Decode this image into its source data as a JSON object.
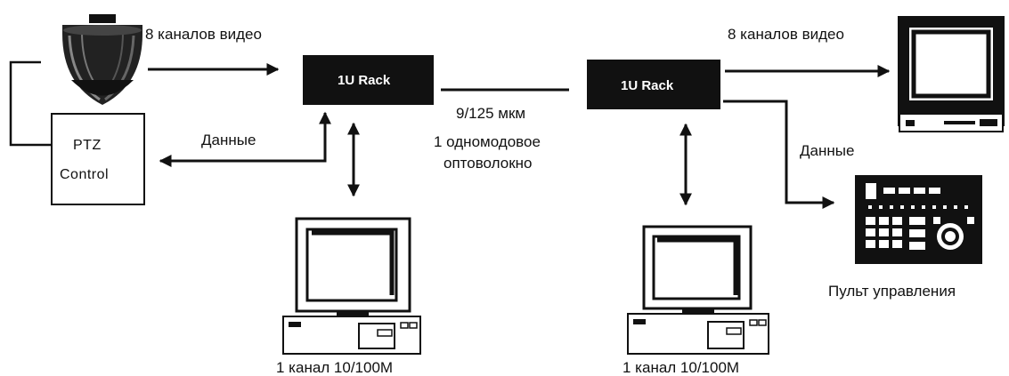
{
  "left": {
    "video_label": "8 каналов видео",
    "rack_label": "1U Rack",
    "data_label": "Данные",
    "ptz_line1": "PTZ",
    "ptz_line2": "Control",
    "pc_label": "1 канал 10/100M"
  },
  "link": {
    "fiber_spec": "9/125 мкм",
    "fiber_line1": "1 одномодовое",
    "fiber_line2": "оптоволокно"
  },
  "right": {
    "rack_label": "1U Rack",
    "video_label": "8 каналов видео",
    "data_label": "Данные",
    "controller_label": "Пульт управления",
    "pc_label": "1 канал 10/100M"
  },
  "colors": {
    "ink": "#111111",
    "paper": "#ffffff"
  }
}
